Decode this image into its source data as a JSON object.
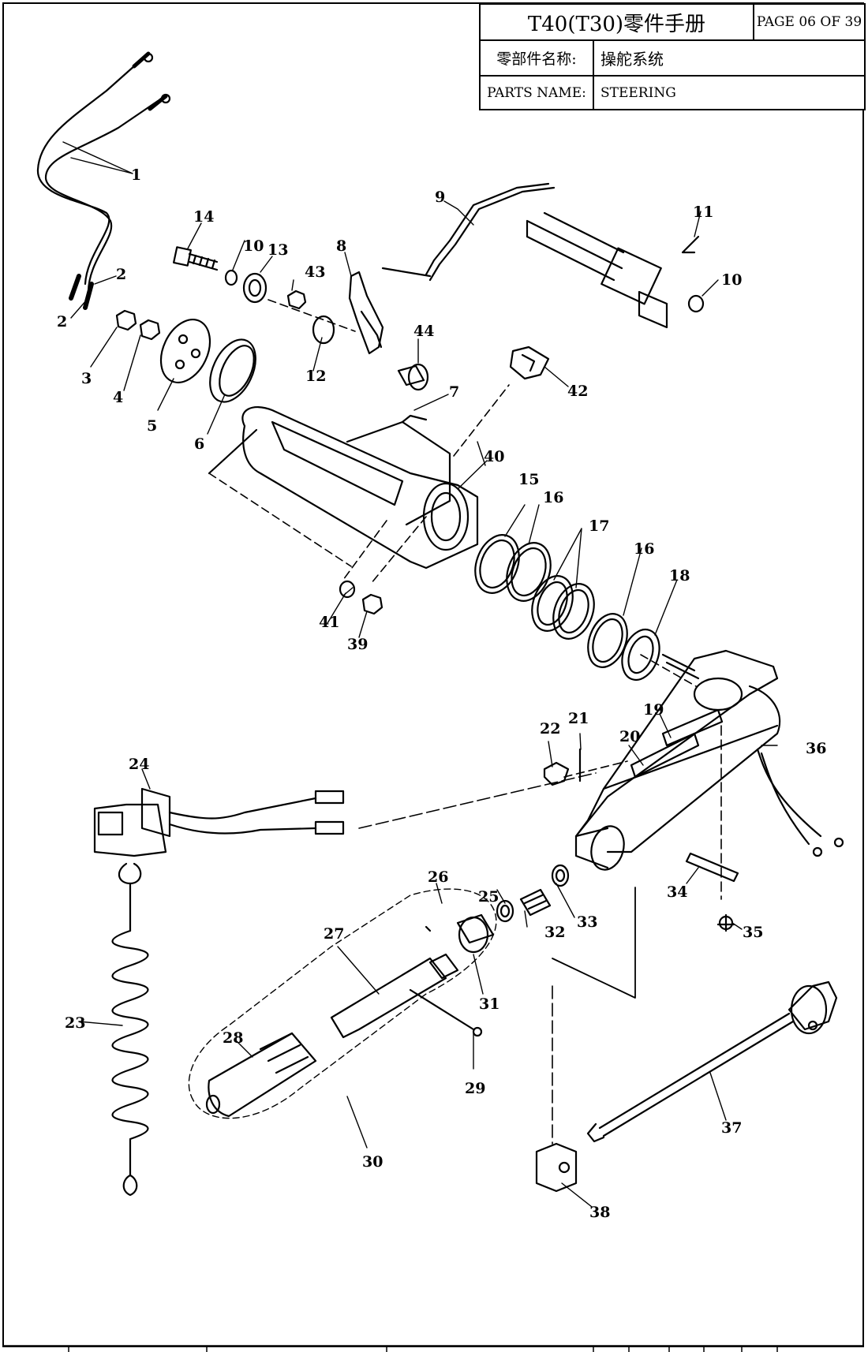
{
  "title_block": {
    "manual_title": "T40(T30)零件手册",
    "page_label": "PAGE 06 OF 39",
    "cn_name_label": "零部件名称:",
    "cn_name_value": "操舵系统",
    "en_name_label": "PARTS NAME:",
    "en_name_value": "STEERING"
  },
  "callouts": [
    "1",
    "2",
    "2",
    "3",
    "4",
    "5",
    "6",
    "7",
    "8",
    "9",
    "10",
    "10",
    "11",
    "12",
    "13",
    "14",
    "15",
    "16",
    "16",
    "17",
    "18",
    "19",
    "20",
    "21",
    "22",
    "23",
    "24",
    "25",
    "26",
    "27",
    "28",
    "29",
    "30",
    "31",
    "32",
    "33",
    "34",
    "35",
    "36",
    "37",
    "38",
    "39",
    "40",
    "41",
    "42",
    "43",
    "44"
  ]
}
